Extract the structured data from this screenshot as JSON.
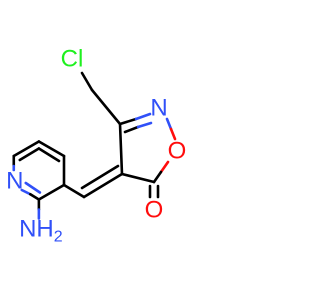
{
  "colors": {
    "bond": "#000000",
    "nitrogen": "#3050F8",
    "oxygen": "#FF0D0D",
    "chlorine": "#1FF01F"
  },
  "atoms": {
    "cl": "Cl",
    "n_isoxazole": "N",
    "o_ring": "O",
    "o_carbonyl": "O",
    "n_pyridine": "N",
    "amine": "NH",
    "amine_sub": "2"
  }
}
